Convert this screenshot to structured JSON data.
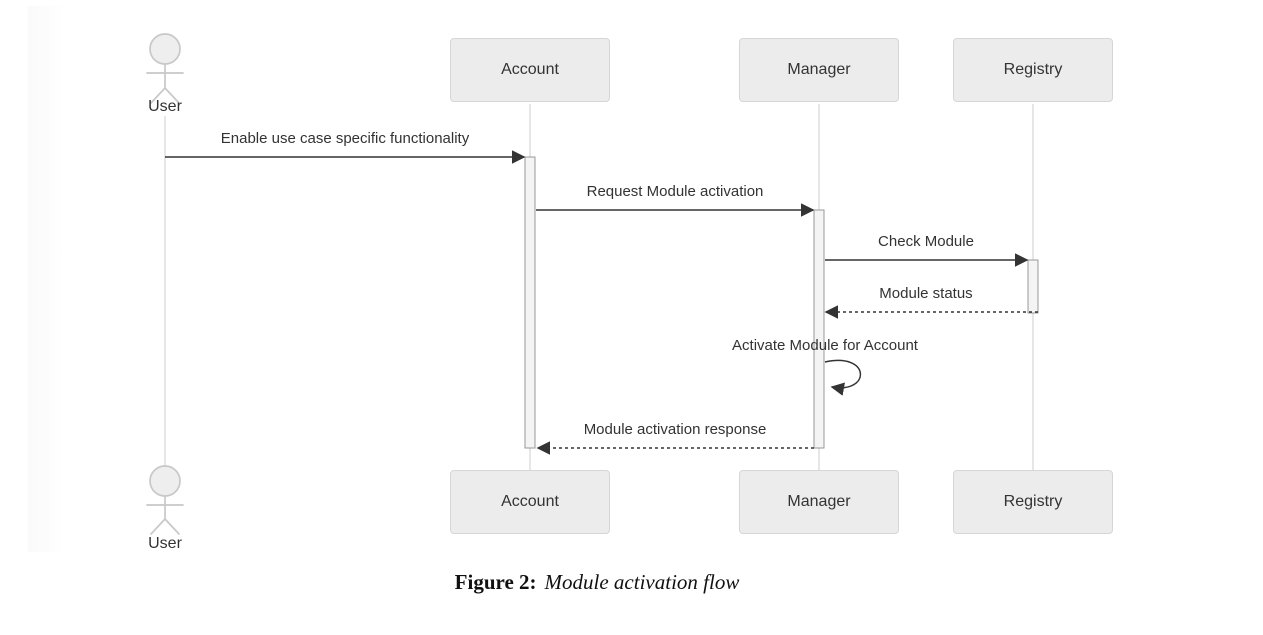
{
  "figure": {
    "caption_label": "Figure 2:",
    "caption_text": "Module activation flow"
  },
  "diagram": {
    "type": "sequence",
    "actor": {
      "name": "User"
    },
    "participants": [
      {
        "label": "Account"
      },
      {
        "label": "Manager"
      },
      {
        "label": "Registry"
      }
    ],
    "messages": [
      {
        "from": "User",
        "to": "Account",
        "label": "Enable use case specific functionality",
        "line": "solid"
      },
      {
        "from": "Account",
        "to": "Manager",
        "label": "Request Module activation",
        "line": "solid"
      },
      {
        "from": "Manager",
        "to": "Registry",
        "label": "Check Module",
        "line": "solid"
      },
      {
        "from": "Registry",
        "to": "Manager",
        "label": "Module status",
        "line": "dashed"
      },
      {
        "from": "Manager",
        "to": "Manager",
        "label": "Activate Module for Account",
        "line": "self"
      },
      {
        "from": "Manager",
        "to": "Account",
        "label": "Module activation response",
        "line": "dashed"
      }
    ],
    "colors": {
      "participant_fill": "#ececec",
      "participant_border": "#d6d6d6",
      "lifeline": "#cccccc",
      "activation_fill": "#f4f4f4",
      "activation_border": "#999999",
      "message_line": "#333333",
      "text": "#333333",
      "actor_stroke": "#c8c8c8"
    }
  }
}
